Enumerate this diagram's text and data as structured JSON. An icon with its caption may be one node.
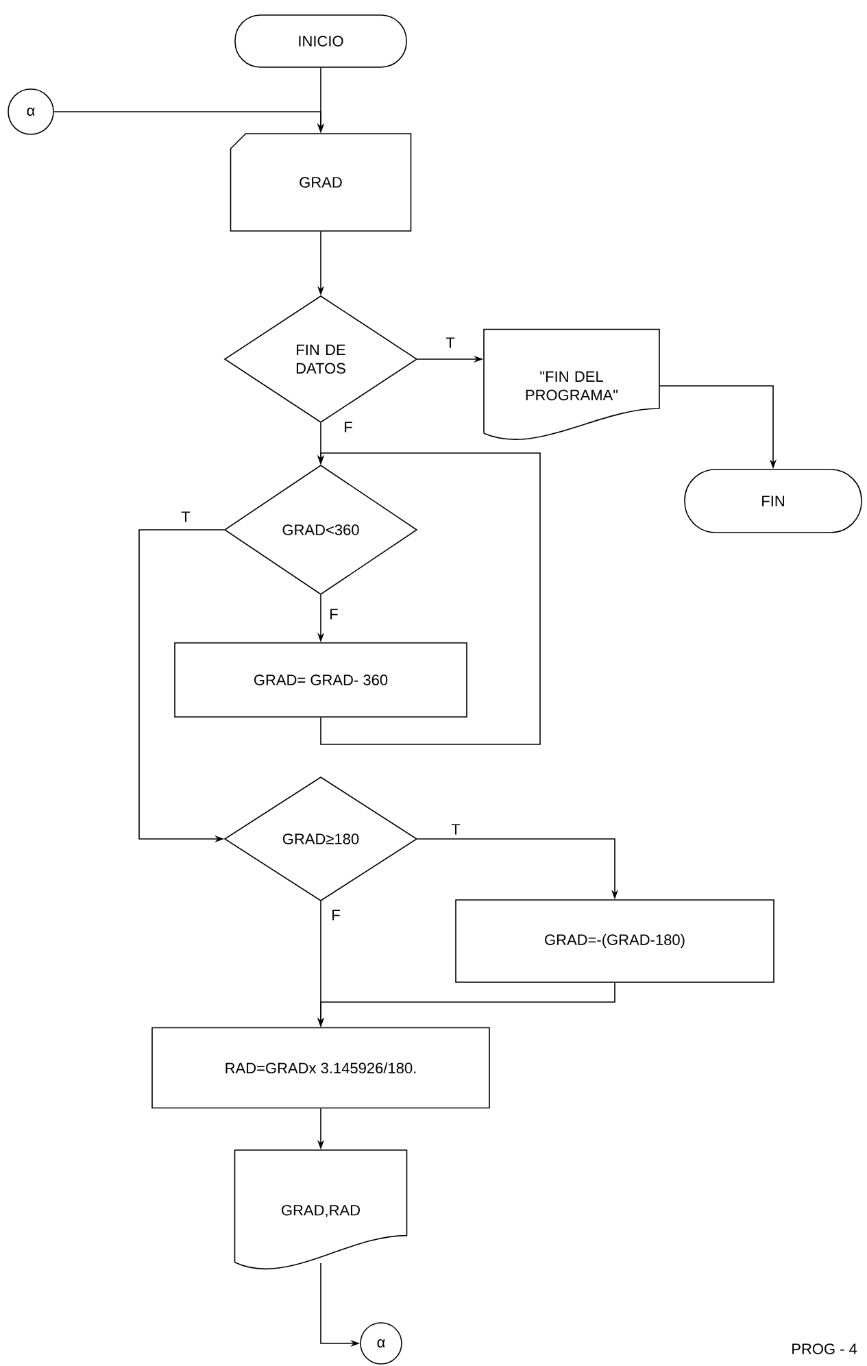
{
  "diagram": {
    "nodes": [
      {
        "text": [
          "INICIO"
        ]
      },
      {
        "text": [
          "α"
        ]
      },
      {
        "text": [
          "GRAD"
        ]
      },
      {
        "text": [
          "FIN DE DATOS"
        ]
      },
      {
        "text": [
          "\"FIN DEL PROGRAMA\""
        ]
      },
      {
        "text": [
          "FIN"
        ]
      },
      {
        "text": [
          "GRAD<360"
        ]
      },
      {
        "text": [
          "GRAD= GRAD- 360"
        ]
      },
      {
        "text": [
          "GRAD≥180"
        ]
      },
      {
        "text": [
          "GRAD=-(GRAD-180)"
        ]
      },
      {
        "text": [
          "RAD=GRADx 3.145926/180."
        ]
      },
      {
        "text": [
          "GRAD,RAD"
        ]
      },
      {
        "text": [
          "α"
        ]
      }
    ],
    "edges": [
      {
        "from": 0,
        "to": 2,
        "arrow": "to"
      },
      {
        "from": 1,
        "to": 2,
        "arrow": "to"
      },
      {
        "from": 2,
        "to": 3,
        "arrow": "to"
      },
      {
        "from": 3,
        "to": 4,
        "arrow": "to",
        "label": "T"
      },
      {
        "from": 4,
        "to": 5,
        "arrow": "to"
      },
      {
        "from": 3,
        "to": 6,
        "arrow": "to",
        "label": "F"
      },
      {
        "from": 6,
        "to": 7,
        "arrow": "to",
        "label": "F"
      },
      {
        "from": 7,
        "to": 6,
        "arrow": "to"
      },
      {
        "from": 6,
        "to": 8,
        "arrow": "to",
        "label": "T"
      },
      {
        "from": 8,
        "to": 9,
        "arrow": "to",
        "label": "T"
      },
      {
        "from": 8,
        "to": 10,
        "arrow": "to",
        "label": "F"
      },
      {
        "from": 9,
        "to": 10,
        "arrow": "to"
      },
      {
        "from": 10,
        "to": 11,
        "arrow": "to"
      },
      {
        "from": 11,
        "to": 12,
        "arrow": "to"
      }
    ],
    "labels": [
      "PROG - 4"
    ]
  }
}
